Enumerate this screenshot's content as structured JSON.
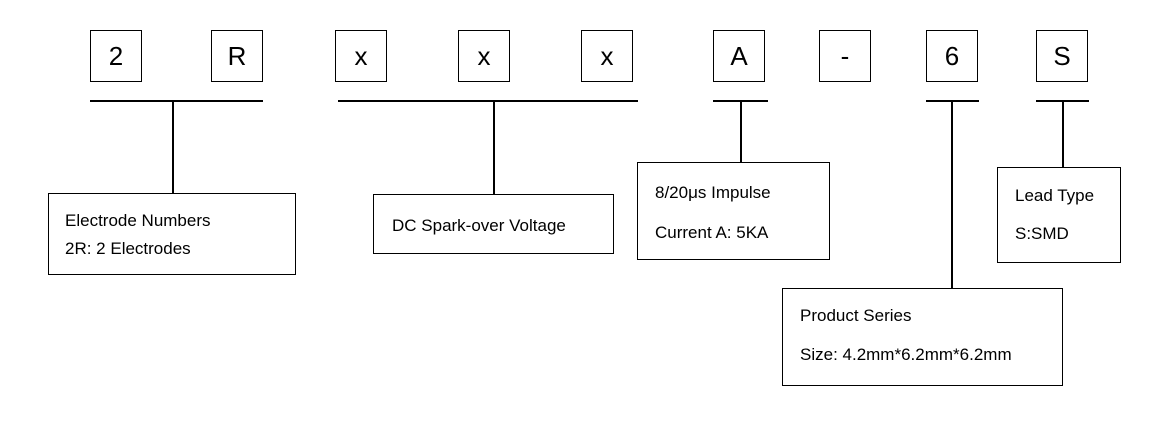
{
  "code_segments": [
    "2",
    "R",
    "x",
    "x",
    "x",
    "A",
    "-",
    "6",
    "S"
  ],
  "descriptions": {
    "electrode": {
      "line1": "Electrode Numbers",
      "line2": "2R: 2 Electrodes"
    },
    "voltage": {
      "line1": "DC Spark-over Voltage"
    },
    "impulse": {
      "line1": "8/20μs Impulse",
      "line2": "Current   A: 5KA"
    },
    "series": {
      "line1": "Product Series",
      "line2": "Size: 4.2mm*6.2mm*6.2mm"
    },
    "lead": {
      "line1": "Lead Type",
      "line2": "S:SMD"
    }
  }
}
